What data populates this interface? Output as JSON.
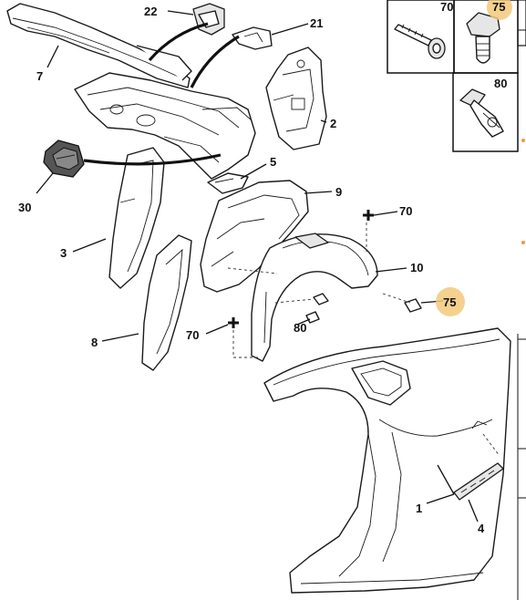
{
  "callouts": {
    "c22": "22",
    "c21": "21",
    "c7": "7",
    "c2": "2",
    "c30": "30",
    "c5": "5",
    "c9": "9",
    "c70a": "70",
    "c3": "3",
    "c10": "10",
    "c75": "75",
    "c80": "80",
    "c70b": "70",
    "c8": "8",
    "c1": "1",
    "c4": "4"
  },
  "inset": {
    "screw_label": "70",
    "clip_label": "75",
    "rivet_label": "80"
  },
  "highlight_color": "#f2c97a"
}
